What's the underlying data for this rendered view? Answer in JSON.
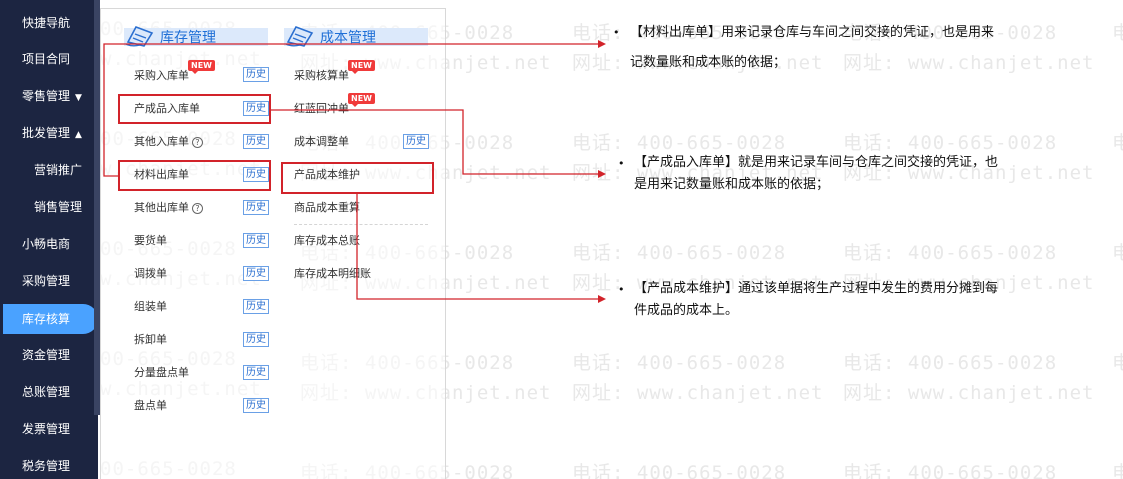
{
  "watermark": {
    "phone": "电话: 400-665-0028",
    "phone_partial": "00-665-0028",
    "site": "网址: www.chanjet.net",
    "site_partial": "w.chanjet.net",
    "edge": "电"
  },
  "sidebar": {
    "items": [
      {
        "label": "快捷导航",
        "arrow": ""
      },
      {
        "label": "项目合同",
        "arrow": ""
      },
      {
        "label": "零售管理",
        "arrow": "▼"
      },
      {
        "label": "批发管理",
        "arrow": "▲"
      },
      {
        "label": "营销推广",
        "arrow": ""
      },
      {
        "label": "销售管理",
        "arrow": ""
      },
      {
        "label": "小畅电商",
        "arrow": ""
      },
      {
        "label": "采购管理",
        "arrow": ""
      },
      {
        "label": "库存核算",
        "arrow": ""
      },
      {
        "label": "资金管理",
        "arrow": ""
      },
      {
        "label": "总账管理",
        "arrow": ""
      },
      {
        "label": "发票管理",
        "arrow": ""
      },
      {
        "label": "税务管理",
        "arrow": ""
      }
    ],
    "active_index": 8,
    "accent_color": "#4aa2ff",
    "bg_color": "#1c2541"
  },
  "inventory": {
    "title": "库存管理",
    "icon": "document-list-icon",
    "history_label": "历史",
    "new_label": "NEW",
    "items": [
      {
        "label": "采购入库单",
        "help": false
      },
      {
        "label": "产成品入库单",
        "help": false
      },
      {
        "label": "其他入库单",
        "help": true
      },
      {
        "label": "材料出库单",
        "help": false
      },
      {
        "label": "其他出库单",
        "help": true
      },
      {
        "label": "要货单",
        "help": false
      },
      {
        "label": "调拨单",
        "help": false
      },
      {
        "label": "组装单",
        "help": false
      },
      {
        "label": "拆卸单",
        "help": false
      },
      {
        "label": "分量盘点单",
        "help": false
      },
      {
        "label": "盘点单",
        "help": false
      }
    ]
  },
  "cost": {
    "title": "成本管理",
    "icon": "document-list-icon",
    "history_label": "历史",
    "new_label": "NEW",
    "items": [
      {
        "label": "采购核算单"
      },
      {
        "label": "红蓝回冲单"
      },
      {
        "label": "成本调整单"
      },
      {
        "label": "产品成本维护"
      },
      {
        "label": "商品成本重算"
      },
      {
        "label": "库存成本总账"
      },
      {
        "label": "库存成本明细账"
      }
    ]
  },
  "help_glyph": "?",
  "annotations": [
    {
      "lines": [
        "【材料出库单】用来记录仓库与车间之间交接的凭证，也是用来",
        "记数量账和成本账的依据；"
      ]
    },
    {
      "lines": [
        "【产成品入库单】就是用来记录车间与仓库之间交接的凭证，也",
        "是用来记数量账和成本账的依据；"
      ]
    },
    {
      "lines": [
        "【产品成本维护】通过该单据将生产过程中发生的费用分摊到每",
        "件成品的成本上。"
      ]
    }
  ],
  "bullet_glyph": "•",
  "highlight_color": "#d2232a"
}
